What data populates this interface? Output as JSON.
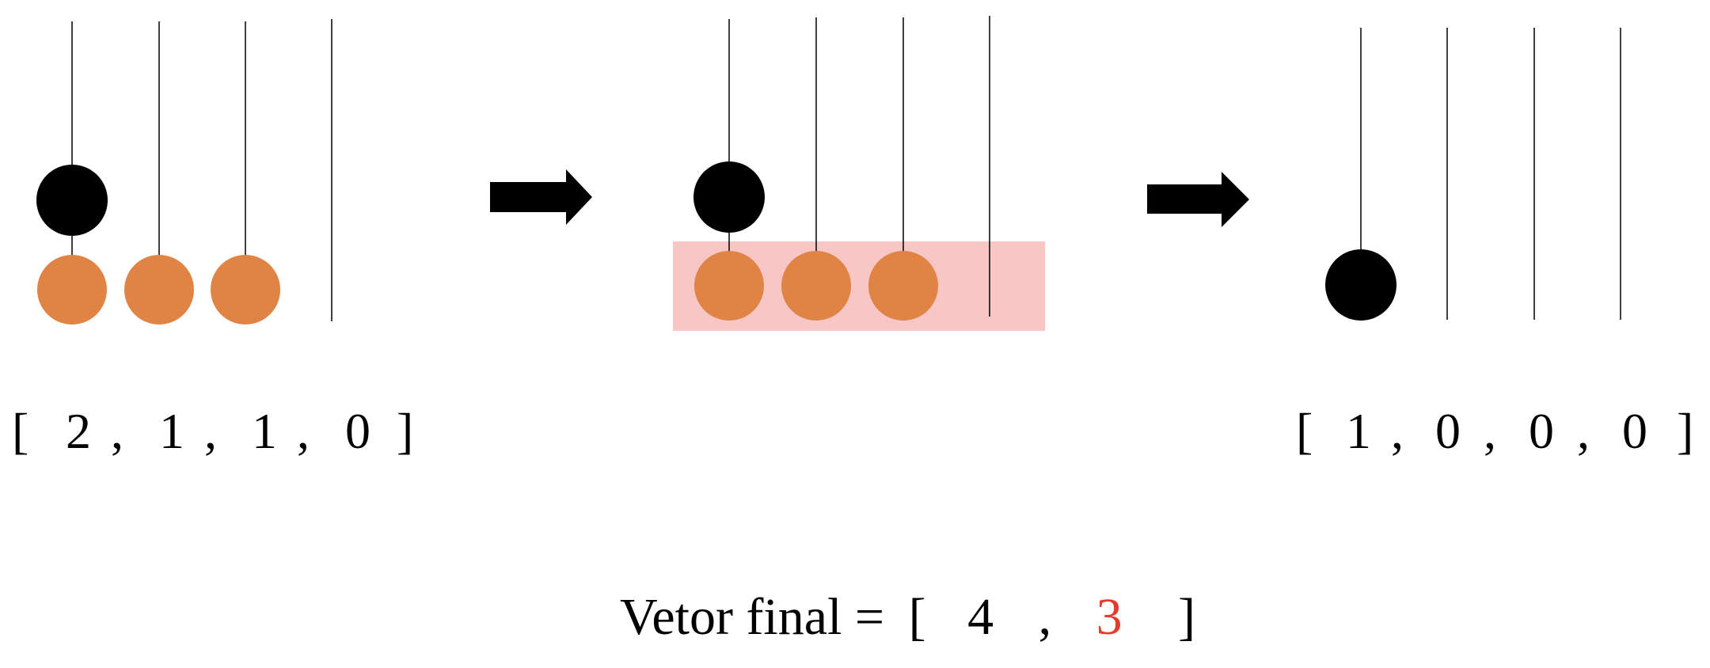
{
  "colors": {
    "bead_black": "#000000",
    "bead_orange": "#E08445",
    "highlight": "#F8C6C4",
    "accent_red": "#E53A2E"
  },
  "panels": [
    {
      "rods": 4,
      "black_beads": [
        0
      ],
      "orange_beads": [
        0,
        1,
        2
      ],
      "highlight": false
    },
    {
      "rods": 4,
      "black_beads": [
        0
      ],
      "orange_beads": [
        0,
        1,
        2
      ],
      "highlight": true
    },
    {
      "rods": 4,
      "black_beads": [
        0
      ],
      "orange_beads": [],
      "highlight": false
    }
  ],
  "vector_left": {
    "open": "[",
    "values": [
      "2",
      "1",
      "1",
      "0"
    ],
    "separator": ",",
    "close": "]"
  },
  "vector_right": {
    "open": "[",
    "values": [
      "1",
      "0",
      "0",
      "0"
    ],
    "separator": ",",
    "close": "]"
  },
  "final": {
    "label": "Vetor final =",
    "open": "[",
    "first": "4",
    "separator": ",",
    "second": "3",
    "close": "]"
  }
}
